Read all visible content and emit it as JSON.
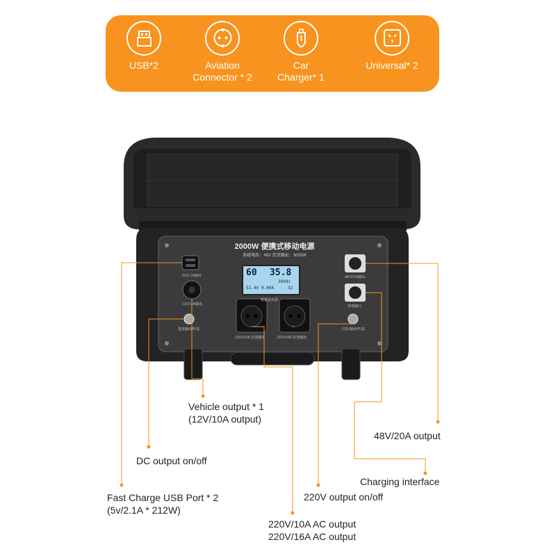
{
  "features": [
    {
      "icon": "usb-icon",
      "label": "USB*2"
    },
    {
      "icon": "aviation-socket-icon",
      "label": "Aviation\nConnector * 2"
    },
    {
      "icon": "car-charger-icon",
      "label": "Car\nCharger* 1"
    },
    {
      "icon": "universal-socket-icon",
      "label": "Universal* 2"
    }
  ],
  "panel": {
    "title": "2000W 便携式移动电源",
    "subtitle": "系统电压：48V    交流输出：3000W",
    "usb_label": "5V/2.1A输出",
    "car_label": "12V/10A输出",
    "dc_switch_label": "直流输出开/关",
    "lcd_label": "电量显示屏",
    "ac1_label": "220V/10A 交流输出",
    "ac2_label": "220V/16A 交流输出",
    "out48_label": "48V/20A输出",
    "charge_label": "充电接口",
    "ac_switch_label": "220V输出开/关"
  },
  "lcd": {
    "big1": "60",
    "big2": "35.8",
    "row2a": "52.4V",
    "row2b": "0.00A",
    "row2c": "30Vdc",
    "row2d": "32"
  },
  "callouts": {
    "vehicle": "Vehicle output * 1\n(12V/10A output)",
    "out48": "48V/20A output",
    "dc": "DC output on/off",
    "charging": "Charging interface",
    "usb": "Fast Charge USB Port * 2\n(5v/2.1A * 212W)",
    "ac_switch": "220V output on/off",
    "ac_outputs": "220V/10A AC output\n220V/16A AC output"
  },
  "colors": {
    "banner": "#f7931e",
    "leader": "#f7931e",
    "case": "#2a2a2a",
    "panel": "#3b3b3b"
  }
}
